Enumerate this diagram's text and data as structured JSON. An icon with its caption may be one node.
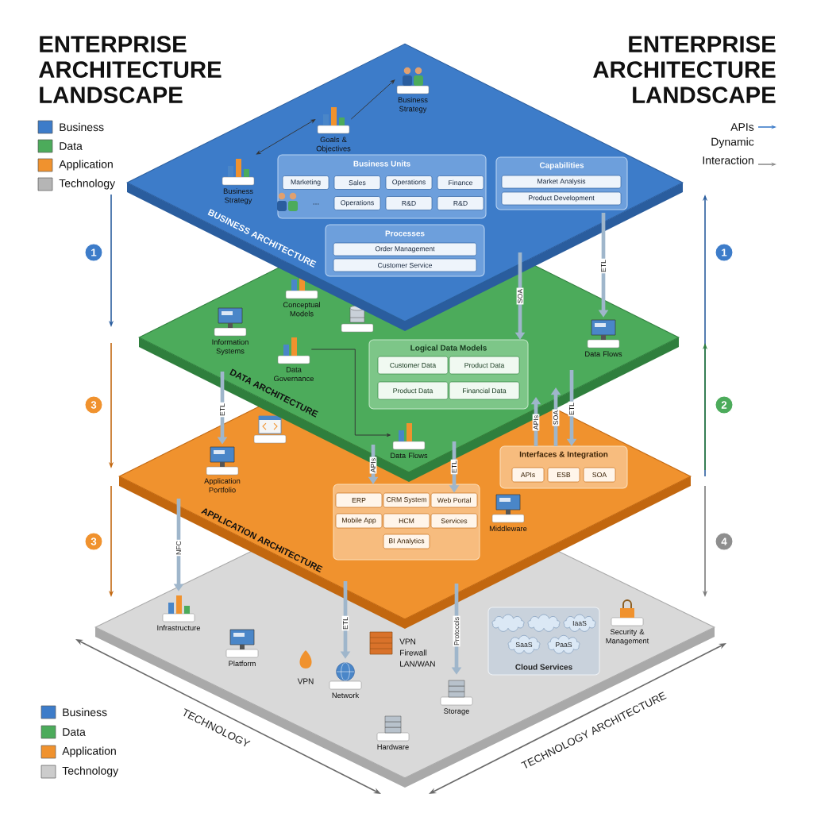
{
  "diagram": {
    "title": "ENTERPRISE ARCHITECTURE LANDSCAPE",
    "nodes": [
      {
        "text": [
          "BUSINESS ARCHITECTURE"
        ]
      },
      {
        "text": [
          "Business Strategy"
        ],
        "in": 0
      },
      {
        "text": [
          "Goals & Objectives"
        ],
        "in": 0
      },
      {
        "text": [
          "Business Strategy"
        ],
        "in": 0
      },
      {
        "text": [
          "Business Units"
        ],
        "in": 0
      },
      {
        "text": [
          "Marketing"
        ],
        "in": 4
      },
      {
        "text": [
          "Sales"
        ],
        "in": 4
      },
      {
        "text": [
          "Operations"
        ],
        "in": 4
      },
      {
        "text": [
          "Finance"
        ],
        "in": 4
      },
      {
        "text": [
          "Operations"
        ],
        "in": 4
      },
      {
        "text": [
          "R&D"
        ],
        "in": 4
      },
      {
        "text": [
          "R&D"
        ],
        "in": 4
      },
      {
        "text": [
          "Capabilities"
        ],
        "in": 0
      },
      {
        "text": [
          "Market Analysis"
        ],
        "in": 12
      },
      {
        "text": [
          "Product Development"
        ],
        "in": 12
      },
      {
        "text": [
          "Processes"
        ]
      },
      {
        "text": [
          "Order Management"
        ],
        "in": 15
      },
      {
        "text": [
          "Customer Service"
        ],
        "in": 15
      },
      {
        "text": [
          "DATA ARCHITECTURE"
        ]
      },
      {
        "text": [
          "Conceptual Models"
        ],
        "in": 18
      },
      {
        "text": [
          "Information Systems"
        ],
        "in": 18
      },
      {
        "text": [
          "Data Governance"
        ],
        "in": 18
      },
      {
        "text": [
          "Logical Data Models"
        ]
      },
      {
        "text": [
          "Customer Data"
        ],
        "in": 22
      },
      {
        "text": [
          "Product Data"
        ],
        "in": 22
      },
      {
        "text": [
          "Product Data"
        ],
        "in": 22
      },
      {
        "text": [
          "Financial Data"
        ],
        "in": 22
      },
      {
        "text": [
          "Data Flows"
        ],
        "in": 18
      },
      {
        "text": [
          "Data Flows"
        ]
      },
      {
        "text": [
          "APPLICATION ARCHITECTURE"
        ]
      },
      {
        "text": [
          "Application Portfolio"
        ],
        "in": 29
      },
      {
        "text": [],
        "shape": "box"
      },
      {
        "text": [
          "ERP"
        ],
        "in": 31
      },
      {
        "text": [
          "CRM System"
        ],
        "in": 31
      },
      {
        "text": [
          "Web Portal"
        ],
        "in": 31
      },
      {
        "text": [
          "Mobile App"
        ],
        "in": 31
      },
      {
        "text": [
          "HCM"
        ],
        "in": 31
      },
      {
        "text": [
          "Services"
        ],
        "in": 31
      },
      {
        "text": [
          "BI Analytics"
        ],
        "in": 31
      },
      {
        "text": [
          "Middleware"
        ],
        "in": 29
      },
      {
        "text": [
          "Interfaces & Integration"
        ],
        "in": 29
      },
      {
        "text": [
          "APIs"
        ],
        "in": 40
      },
      {
        "text": [
          "ESB"
        ],
        "in": 40
      },
      {
        "text": [
          "SOA"
        ],
        "in": 40
      },
      {
        "text": [],
        "shape": "diamond"
      },
      {
        "text": [
          "Infrastructure"
        ],
        "in": 44
      },
      {
        "text": [
          "Platform"
        ],
        "in": 44
      },
      {
        "text": [
          "Network"
        ],
        "in": 44
      },
      {
        "text": [
          "Hardware"
        ],
        "in": 44
      },
      {
        "text": [
          "Storage"
        ],
        "in": 44
      },
      {
        "text": [
          "Cloud Services"
        ],
        "in": 44
      },
      {
        "text": [],
        "shape": "cloud",
        "in": 50
      },
      {
        "text": [],
        "shape": "cloud",
        "in": 50
      },
      {
        "text": [
          "IaaS"
        ],
        "in": 50
      },
      {
        "text": [
          "SaaS"
        ],
        "in": 50
      },
      {
        "text": [
          "PaaS"
        ],
        "in": 50
      },
      {
        "text": [
          "Security & Management"
        ],
        "in": 44
      }
    ],
    "edges": [
      {
        "from": 1,
        "to": 2,
        "arrow": "both",
        "color": "#333333"
      },
      {
        "from": 2,
        "to": 3,
        "arrow": "to",
        "color": "#333333"
      },
      {
        "from": 0,
        "to": 27,
        "arrow": "to",
        "label": "ETL"
      },
      {
        "from": 0,
        "to": 22,
        "arrow": "to",
        "label": "SOA"
      },
      {
        "from": 18,
        "to": 30,
        "arrow": "to",
        "label": "ETL"
      },
      {
        "from": 18,
        "to": 31,
        "arrow": "to",
        "label": "APIs"
      },
      {
        "from": 18,
        "to": 34,
        "arrow": "to",
        "label": "ETL"
      },
      {
        "from": 40,
        "to": 18,
        "arrow": "to",
        "label": "APIs"
      },
      {
        "from": 40,
        "to": 18,
        "arrow": "to",
        "label": "SOA"
      },
      {
        "from": 18,
        "to": 40,
        "arrow": "to",
        "label": "ETL"
      },
      {
        "from": 29,
        "to": 45,
        "arrow": "to",
        "label": "NFC"
      },
      {
        "from": 29,
        "to": 47,
        "arrow": "to",
        "label": "ETL"
      },
      {
        "from": 29,
        "to": 49,
        "arrow": "to",
        "label": "Protocols"
      },
      {
        "from": 21,
        "to": 28,
        "arrow": "to",
        "color": "#333333"
      }
    ],
    "labels": [
      "ENTERPRISE ARCHITECTURE LANDSCAPE",
      "...",
      "1",
      "1",
      "3",
      "2",
      "3",
      "4",
      "VPN",
      "VPN",
      "Firewall",
      "LAN/WAN",
      "TECHNOLOGY",
      "TECHNOLOGY ARCHITECTURE"
    ],
    "legend": [
      {
        "text": "Business",
        "color": "#3d7cc9"
      },
      {
        "text": "Data",
        "color": "#4cab5b"
      },
      {
        "text": "Application",
        "color": "#f0922e"
      },
      {
        "text": "Technology",
        "color": "#b5b5b5"
      },
      {
        "text": "APIs"
      },
      {
        "text": "Dynamic Interaction"
      },
      {
        "text": "Business",
        "color": "#3d7cc9"
      },
      {
        "text": "Data",
        "color": "#4cab5b"
      },
      {
        "text": "Application",
        "color": "#f0922e"
      },
      {
        "text": "Technology",
        "color": "#cccccc"
      }
    ]
  }
}
